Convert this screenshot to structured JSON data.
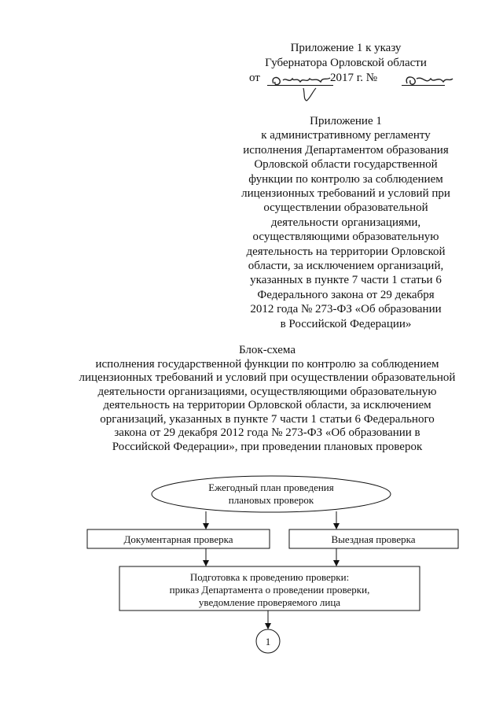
{
  "header": {
    "annex_lines": [
      "Приложение 1 к указу",
      "Губернатора Орловской области"
    ],
    "order_prefix": "от",
    "order_year": "2017 г. №",
    "signature_date": "9 августа",
    "signature_number": "350"
  },
  "regulation_annex": {
    "lines": [
      "Приложение 1",
      "к административному регламенту",
      "исполнения Департаментом образования",
      "Орловской области государственной",
      "функции по контролю за соблюдением",
      "лицензионных требований и условий при",
      "осуществлении образовательной",
      "деятельности организациями,",
      "осуществляющими образовательную",
      "деятельность на территории Орловской",
      "области, за исключением организаций,",
      "указанных в пункте 7 части 1 статьи 6",
      "Федерального закона от 29 декабря",
      "2012 года № 273-ФЗ «Об образовании",
      "в Российской Федерации»"
    ]
  },
  "scheme_title": {
    "lines": [
      "Блок-схема",
      "исполнения государственной функции по контролю за соблюдением",
      "лицензионных требований и условий при осуществлении образовательной",
      "деятельности организациями, осуществляющими образовательную",
      "деятельность на территории Орловской области, за исключением",
      "организаций, указанных в пункте 7 части 1 статьи 6 Федерального",
      "закона от 29 декабря 2012 года № 273-ФЗ «Об образовании в",
      "Российской Федерации», при проведении плановых проверок"
    ]
  },
  "flowchart": {
    "start_node": [
      "Ежегодный план проведения",
      "плановых проверок"
    ],
    "documentary_check": "Документарная проверка",
    "onsite_check": "Выездная проверка",
    "preparation_node": [
      "Подготовка к проведению проверки:",
      "приказ Департамента о проведении проверки,",
      "уведомление проверяемого лица"
    ],
    "connector_label": "1"
  }
}
